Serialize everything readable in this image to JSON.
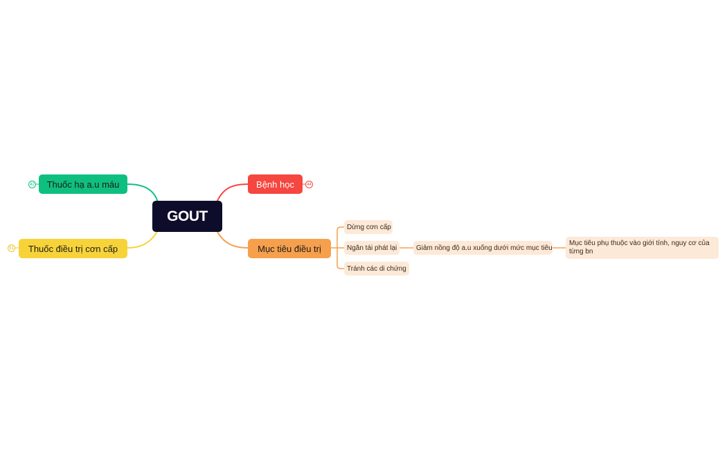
{
  "mindmap": {
    "root": {
      "label": "GOUT",
      "color": "#0d0d2b"
    },
    "branches": [
      {
        "label": "Thuốc hạ a.u máu",
        "color": "#0fbf7f",
        "side": "left",
        "badge": "42"
      },
      {
        "label": "Thuốc điều trị cơn cấp",
        "color": "#f7d33a",
        "side": "left",
        "badge": "51"
      },
      {
        "label": "Bệnh học",
        "color": "#f5463f",
        "side": "right",
        "badge": "44"
      },
      {
        "label": "Mục tiêu điều trị",
        "color": "#f6a04d",
        "side": "right",
        "children": [
          {
            "label": "Dừng cơn cấp"
          },
          {
            "label": "Ngăn tái phát lại",
            "children": [
              {
                "label": "Giảm nồng độ a.u xuống dưới mức mục tiêu",
                "children": [
                  {
                    "label": "Mục tiêu phụ thuộc vào giới tính, nguy cơ của từng bn"
                  }
                ]
              }
            ]
          },
          {
            "label": "Tránh các di chứng"
          }
        ]
      }
    ]
  }
}
